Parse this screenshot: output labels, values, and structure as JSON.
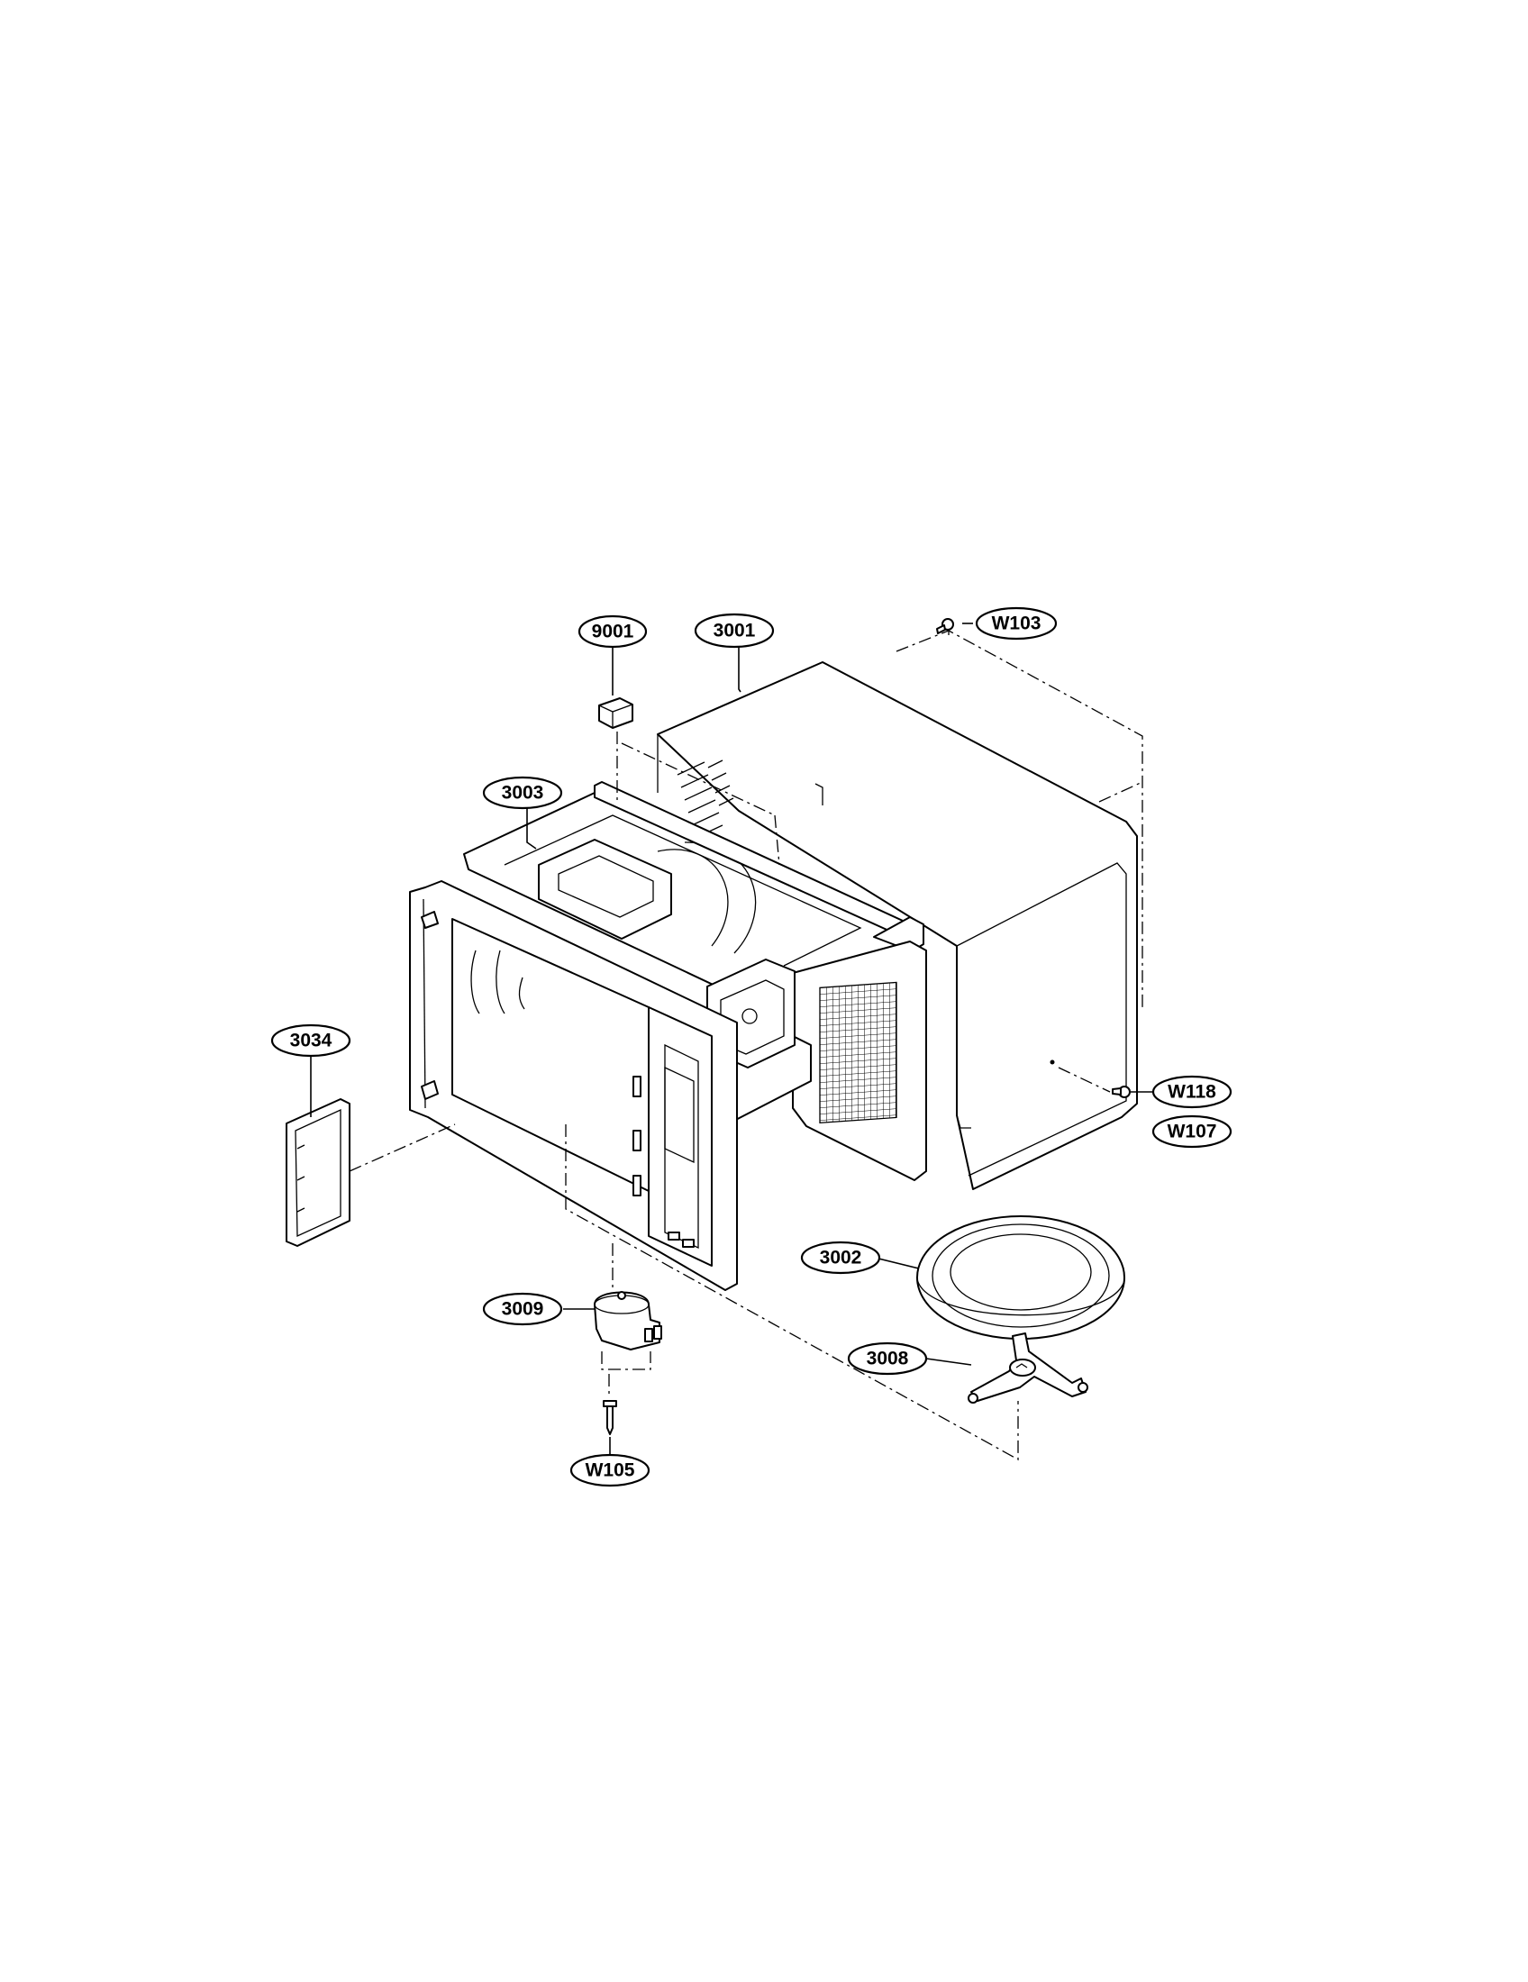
{
  "callouts": {
    "c9001": "9001",
    "c3001": "3001",
    "cW103": "W103",
    "c3003": "3003",
    "c3034": "3034",
    "cW118": "W118",
    "cW107": "W107",
    "c3002": "3002",
    "c3009": "3009",
    "c3008": "3008",
    "cW105": "W105"
  }
}
